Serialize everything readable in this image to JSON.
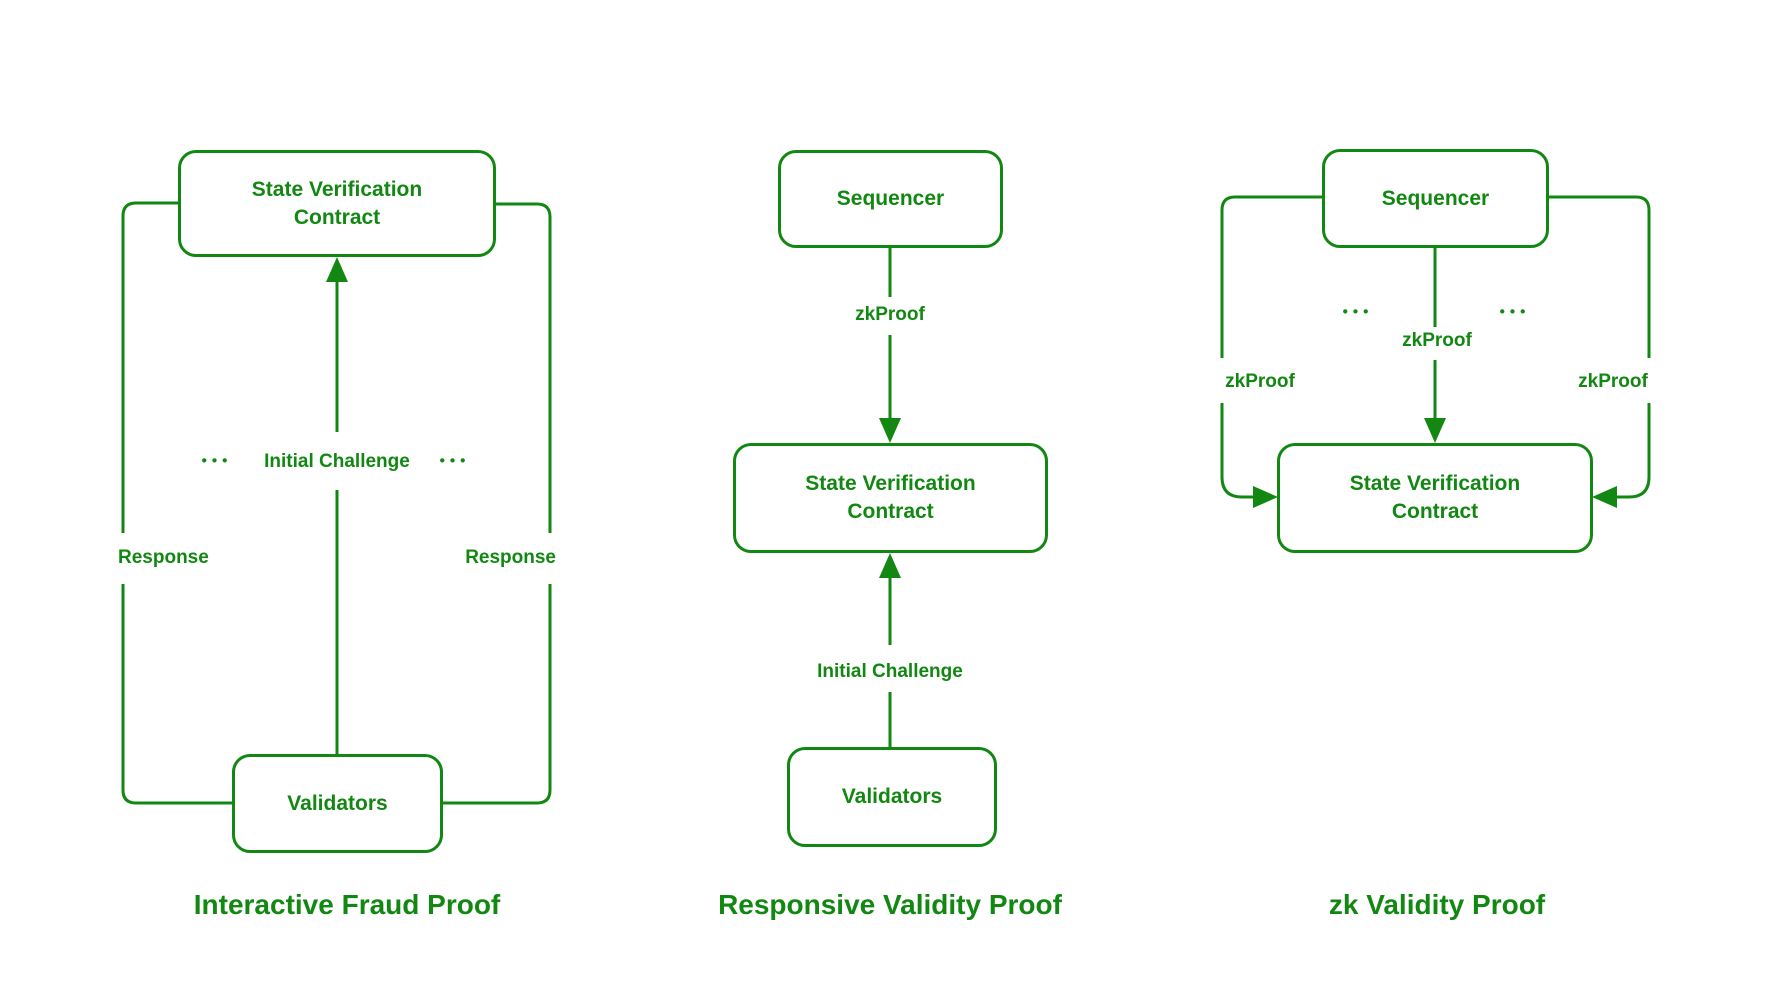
{
  "colors": {
    "green": "#128812",
    "background": "#ffffff"
  },
  "diagrams": [
    {
      "caption": "Interactive Fraud Proof",
      "top_box": "State Verification Contract",
      "bottom_box": "Validators",
      "initial_challenge_label": "Initial Challenge",
      "response_left_label": "Response",
      "response_right_label": "Response",
      "dots_left": "•••",
      "dots_right": "•••"
    },
    {
      "caption": "Responsive Validity Proof",
      "top_box": "Sequencer",
      "middle_box": "State Verification Contract",
      "bottom_box": "Validators",
      "zkproof_label": "zkProof",
      "initial_challenge_label": "Initial Challenge"
    },
    {
      "caption": "zk Validity Proof",
      "top_box": "Sequencer",
      "middle_box": "State Verification Contract",
      "zkproof_center_label": "zkProof",
      "zkproof_left_label": "zkProof",
      "zkproof_right_label": "zkProof",
      "dots_left": "•••",
      "dots_right": "•••"
    }
  ]
}
